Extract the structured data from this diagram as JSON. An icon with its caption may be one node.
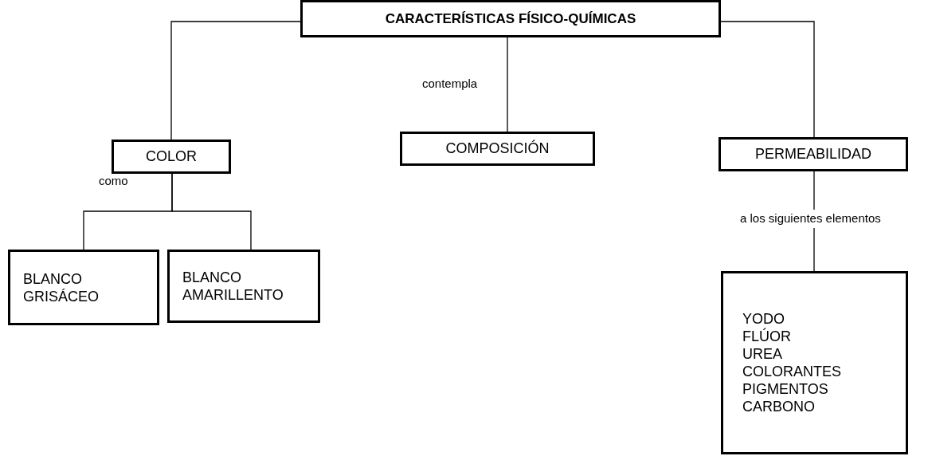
{
  "diagram": {
    "nodes": [
      {
        "text": [
          "CARACTERÍSTICAS FÍSICO-QUÍMICAS"
        ]
      },
      {
        "text": [
          "COLOR"
        ]
      },
      {
        "text": [
          "COMPOSICIÓN"
        ]
      },
      {
        "text": [
          "PERMEABILIDAD"
        ]
      },
      {
        "text": [
          "BLANCO GRISÁCEO"
        ]
      },
      {
        "text": [
          "BLANCO AMARILLENTO"
        ]
      },
      {
        "text": [
          "YODO",
          "FLÚOR",
          "UREA",
          "COLORANTES",
          "PIGMENTOS",
          "CARBONO"
        ]
      }
    ],
    "edges": [
      {
        "from": 0,
        "to": 1,
        "arrow": "none"
      },
      {
        "from": 0,
        "to": 2,
        "arrow": "none",
        "label": "contempla"
      },
      {
        "from": 0,
        "to": 3,
        "arrow": "none"
      },
      {
        "from": 1,
        "to": 4,
        "arrow": "none",
        "label": "como"
      },
      {
        "from": 1,
        "to": 5,
        "arrow": "none"
      },
      {
        "from": 3,
        "to": 6,
        "arrow": "none",
        "label": "a los siguientes elementos"
      }
    ]
  }
}
